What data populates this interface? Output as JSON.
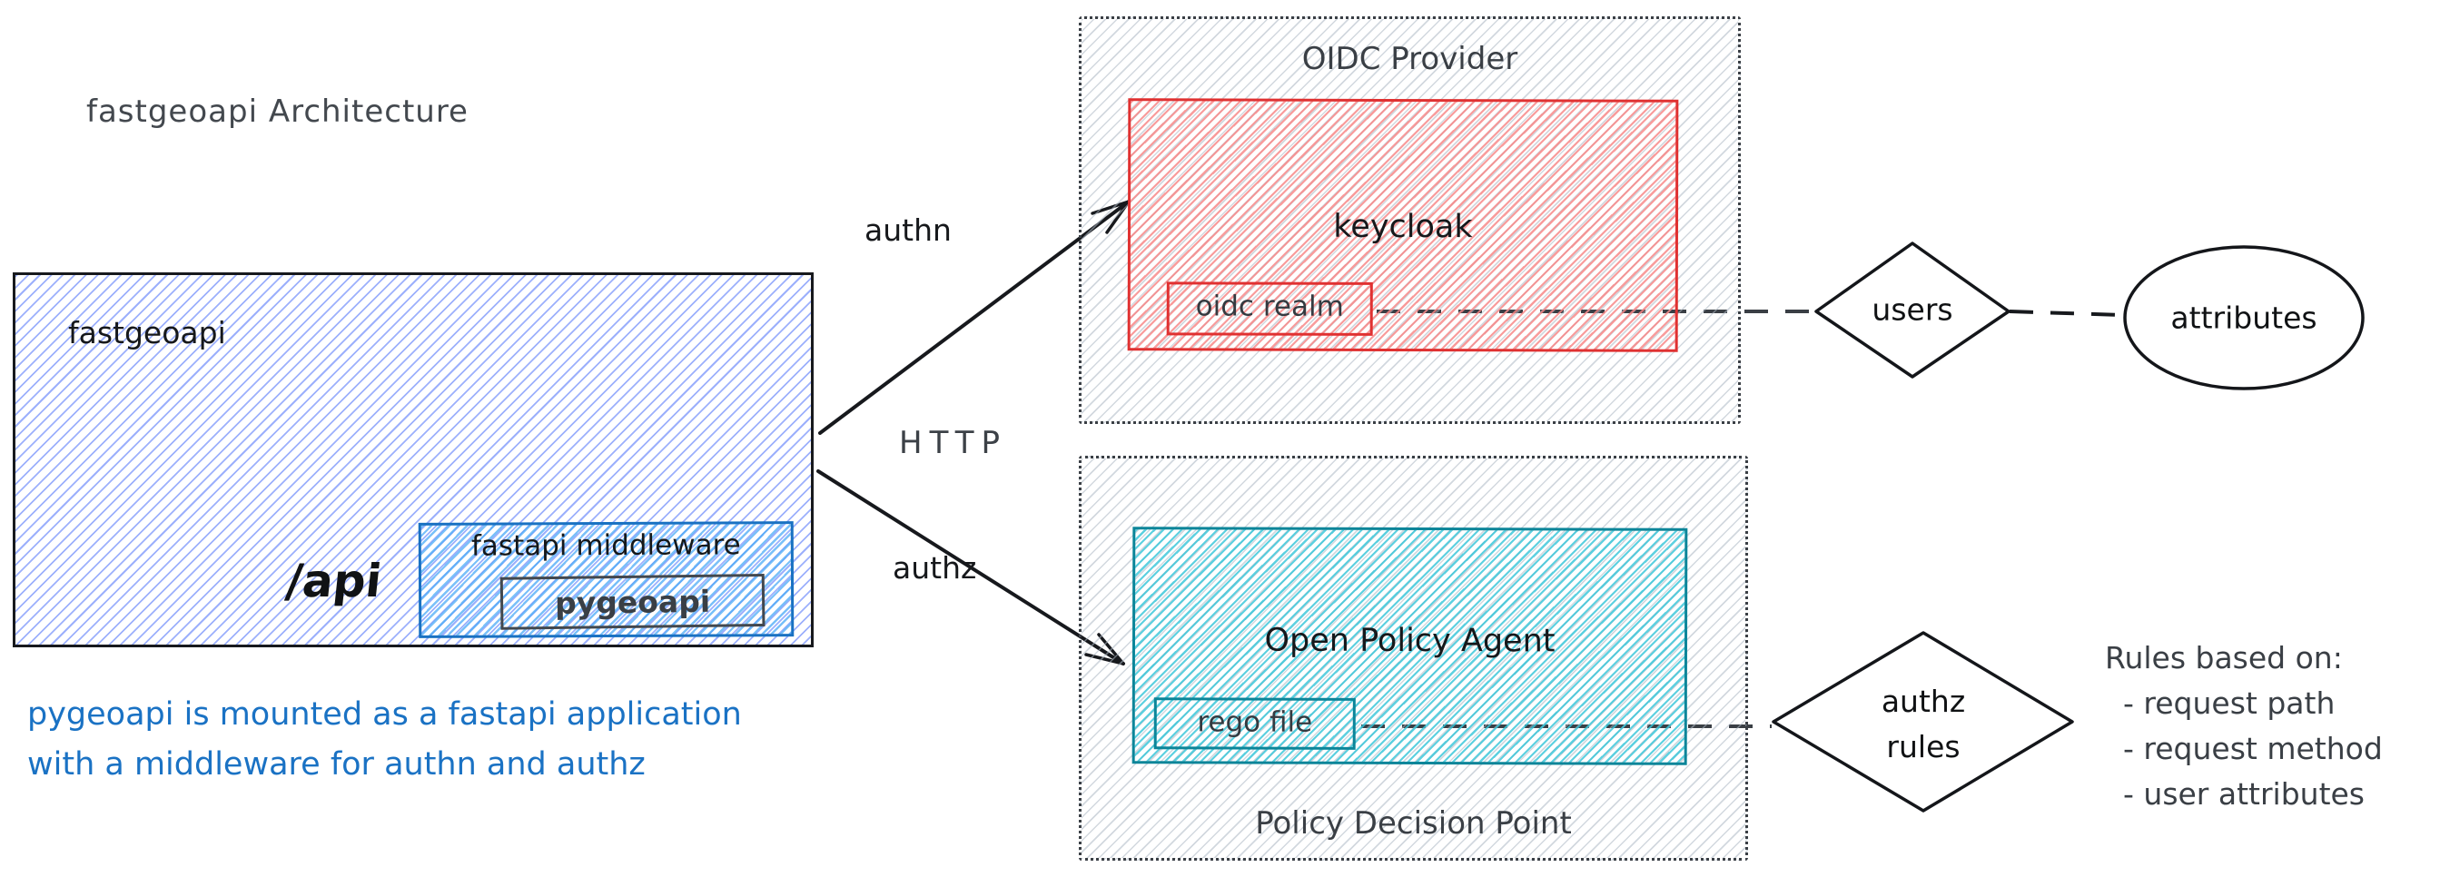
{
  "title": "fastgeoapi Architecture",
  "colors": {
    "ink": "#1e1e1e",
    "muted_ink": "#3a3f45",
    "blue_stroke": "#1971c2",
    "blue_hatch": "#5b7cfa",
    "light_blue_hatch": "#4dabf7",
    "note_blue": "#1a72c4",
    "red_stroke": "#e03131",
    "red_hatch": "#f78888",
    "teal_stroke": "#0c8599",
    "teal_hatch": "#35c5d8",
    "gray_hatch": "#adb8c4"
  },
  "fastgeoapi_box": {
    "label": "fastgeoapi",
    "api_label": "/api",
    "middleware": {
      "label": "fastapi middleware",
      "pygeoapi_label": "pygeoapi"
    }
  },
  "note": {
    "line1": "pygeoapi is mounted as a fastapi application",
    "line2": "with a middleware for authn and authz"
  },
  "arrows": {
    "authn_label": "authn",
    "http_label": "HTTP",
    "authz_label": "authz"
  },
  "oidc": {
    "container_label": "OIDC Provider",
    "box_label": "keycloak",
    "inner_label": "oidc realm"
  },
  "pdp": {
    "container_label": "Policy Decision Point",
    "box_label": "Open Policy Agent",
    "inner_label": "rego file"
  },
  "users_diamond": {
    "label": "users"
  },
  "attributes_ellipse": {
    "label": "attributes"
  },
  "authz_diamond": {
    "line1": "authz",
    "line2": "rules"
  },
  "rules": {
    "heading": "Rules based on:",
    "items": [
      "- request path",
      "- request method",
      "- user attributes"
    ]
  }
}
